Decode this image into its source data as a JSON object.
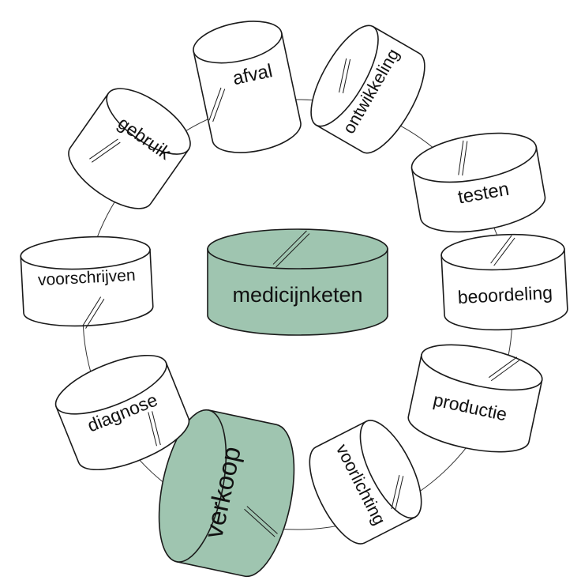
{
  "diagram": {
    "center": {
      "label": "medicijnketen",
      "highlighted": true
    },
    "stages": [
      {
        "id": "afval",
        "label": "afval",
        "highlighted": false
      },
      {
        "id": "ontwikkeling",
        "label": "ontwikkeling",
        "highlighted": false
      },
      {
        "id": "testen",
        "label": "testen",
        "highlighted": false
      },
      {
        "id": "beoordeling",
        "label": "beoordeling",
        "highlighted": false
      },
      {
        "id": "productie",
        "label": "productie",
        "highlighted": false
      },
      {
        "id": "voorlichting",
        "label": "voorlichting",
        "highlighted": false
      },
      {
        "id": "verkoop",
        "label": "verkoop",
        "highlighted": true
      },
      {
        "id": "diagnose",
        "label": "diagnose",
        "highlighted": false
      },
      {
        "id": "voorschrijven",
        "label": "voorschrijven",
        "highlighted": false
      },
      {
        "id": "gebruik",
        "label": "gebruik",
        "highlighted": false
      }
    ]
  },
  "colors": {
    "highlight_fill": "#9fc5b0",
    "band_fill": "#ffffff",
    "stroke": "#1a1a1a",
    "ring": "#333333"
  }
}
